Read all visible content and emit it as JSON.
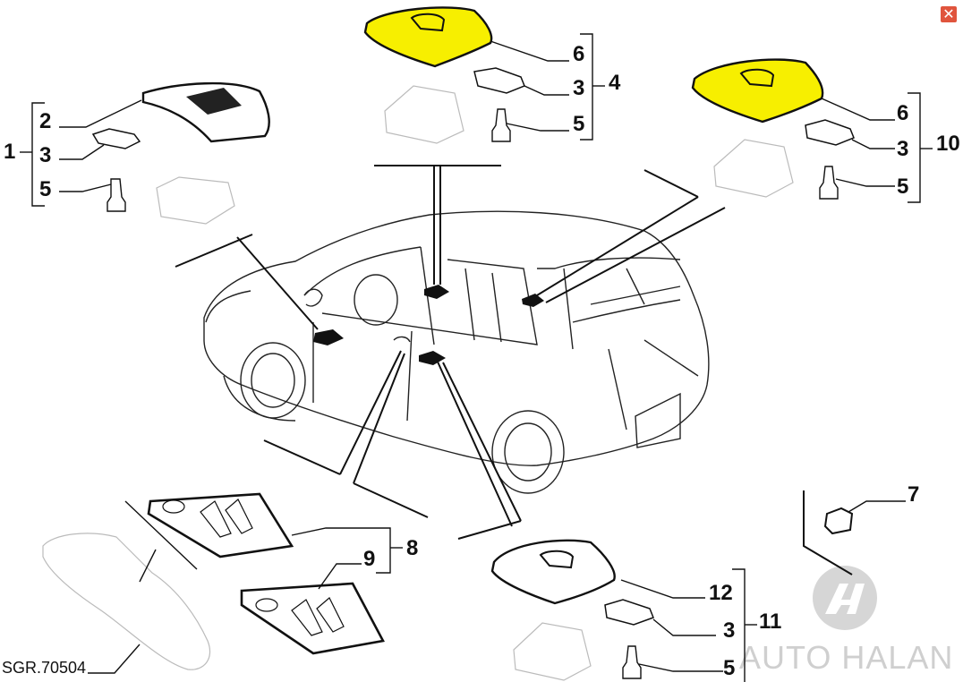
{
  "diagram": {
    "reference_code": "SGR.70504",
    "highlight_color": "#f7ef00",
    "groups": [
      {
        "id": "1",
        "items": [
          "2",
          "3",
          "5"
        ]
      },
      {
        "id": "4",
        "items": [
          "6",
          "3",
          "5"
        ]
      },
      {
        "id": "10",
        "items": [
          "6",
          "3",
          "5"
        ]
      },
      {
        "id": "8",
        "items": [
          "9"
        ]
      },
      {
        "id": "11",
        "items": [
          "12",
          "3",
          "5"
        ]
      }
    ],
    "standalone_parts": [
      "7"
    ],
    "labels": {
      "g1": "1",
      "g1_2": "2",
      "g1_3": "3",
      "g1_5": "5",
      "g4": "4",
      "g4_6": "6",
      "g4_3": "3",
      "g4_5": "5",
      "g10": "10",
      "g10_6": "6",
      "g10_3": "3",
      "g10_5": "5",
      "g8": "8",
      "g8_9": "9",
      "g11": "11",
      "g11_12": "12",
      "g11_3": "3",
      "g11_5": "5",
      "p7": "7"
    }
  },
  "watermark": {
    "text": "AUTO HALAN",
    "logo": "AH-logo-icon"
  },
  "window": {
    "close_icon": "close-icon",
    "close_color": "#e0543d",
    "close_glyph": "✕"
  }
}
